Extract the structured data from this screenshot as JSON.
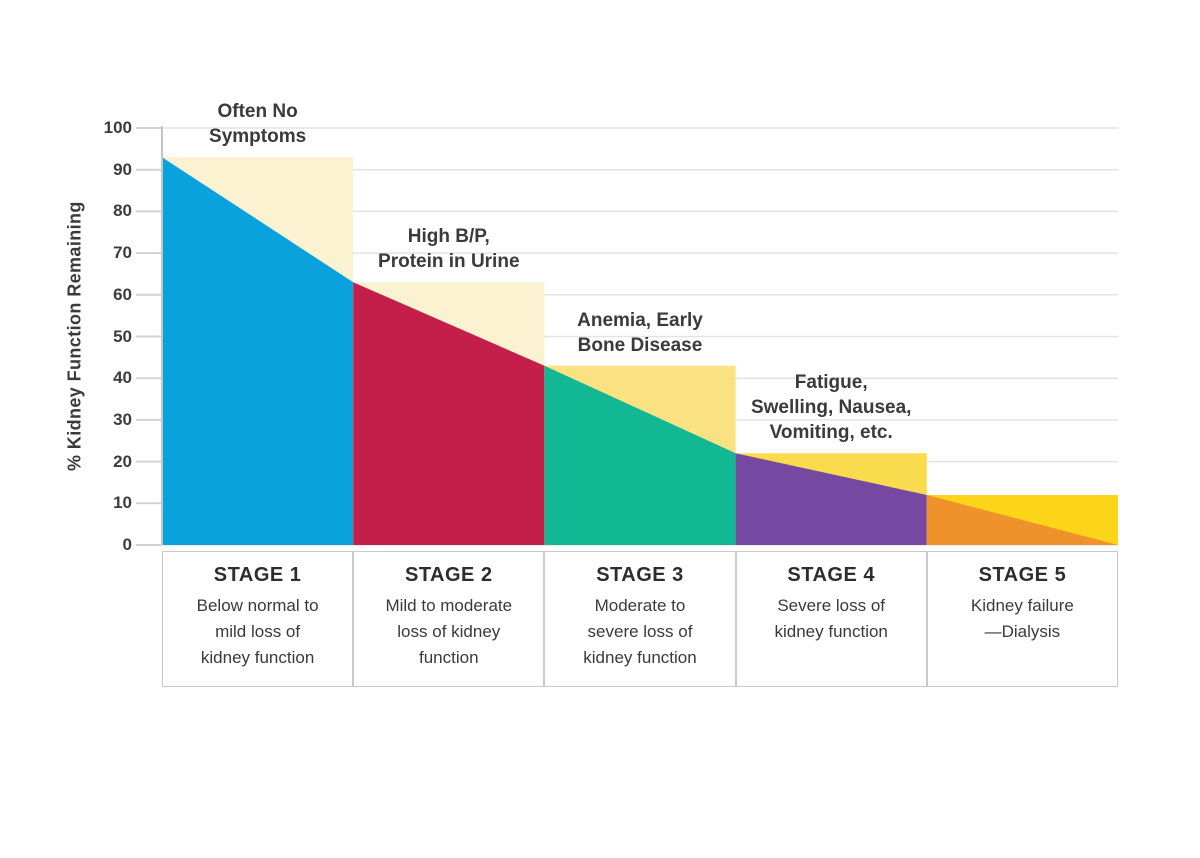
{
  "page": {
    "background": "#ffffff"
  },
  "chart_data": {
    "type": "area",
    "title": "",
    "ylabel": "% Kidney Function Remaining",
    "ylim": [
      0,
      100
    ],
    "y_ticks": [
      0,
      10,
      20,
      30,
      40,
      50,
      60,
      70,
      80,
      90,
      100
    ],
    "grid": true,
    "legend": "none",
    "x_categories": [
      "STAGE 1",
      "STAGE 2",
      "STAGE 3",
      "STAGE 4",
      "STAGE 5"
    ],
    "curve_percent_at_stage_boundaries": [
      93,
      63,
      43,
      22,
      12,
      0
    ],
    "stages": [
      {
        "label": "STAGE 1",
        "description_lines": [
          "Below normal to",
          "mild loss of",
          "kidney function"
        ],
        "annotation_lines": [
          "Often No",
          "Symptoms"
        ],
        "value_start": 93,
        "value_end": 63,
        "area_color": "#0AA2DD",
        "band_color": "#FBF2D1"
      },
      {
        "label": "STAGE 2",
        "description_lines": [
          "Mild to moderate",
          "loss of kidney",
          "function"
        ],
        "annotation_lines": [
          "High B/P,",
          "Protein in Urine"
        ],
        "value_start": 63,
        "value_end": 43,
        "area_color": "#C41F4B",
        "band_color": "#FBF2D1"
      },
      {
        "label": "STAGE 3",
        "description_lines": [
          "Moderate to",
          "severe loss of",
          "kidney function"
        ],
        "annotation_lines": [
          "Anemia, Early",
          "Bone Disease"
        ],
        "value_start": 43,
        "value_end": 22,
        "area_color": "#12B793",
        "band_color": "#FAE282"
      },
      {
        "label": "STAGE 4",
        "description_lines": [
          "Severe loss of",
          "kidney function"
        ],
        "annotation_lines": [
          "Fatigue,",
          "Swelling, Nausea,",
          "Vomiting, etc."
        ],
        "value_start": 22,
        "value_end": 12,
        "area_color": "#7548A1",
        "band_color": "#F9DB4D"
      },
      {
        "label": "STAGE 5",
        "description_lines": [
          "Kidney failure",
          "—Dialysis"
        ],
        "annotation_lines": [],
        "value_start": 12,
        "value_end": 0,
        "area_color": "#F0922B",
        "band_color": "#FCD418"
      }
    ]
  },
  "colors": {
    "grid": "#E3E3E3",
    "tick": "#D2D2D2",
    "axis": "#C4C4C4",
    "cell_border": "#C9C9C9",
    "text": "#3A3A3A",
    "stage_title": "#2D2D2D"
  }
}
